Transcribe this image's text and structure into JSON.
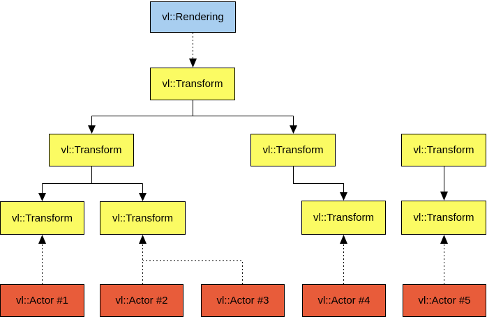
{
  "diagram": {
    "nodes": {
      "rendering": {
        "label": "vl::Rendering"
      },
      "transform_root": {
        "label": "vl::Transform"
      },
      "transform_l2_left": {
        "label": "vl::Transform"
      },
      "transform_l2_right": {
        "label": "vl::Transform"
      },
      "transform_right_root": {
        "label": "vl::Transform"
      },
      "transform_l3_1": {
        "label": "vl::Transform"
      },
      "transform_l3_2": {
        "label": "vl::Transform"
      },
      "transform_l3_3": {
        "label": "vl::Transform"
      },
      "transform_right_child": {
        "label": "vl::Transform"
      },
      "actor_1": {
        "label": "vl::Actor #1"
      },
      "actor_2": {
        "label": "vl::Actor #2"
      },
      "actor_3": {
        "label": "vl::Actor #3"
      },
      "actor_4": {
        "label": "vl::Actor #4"
      },
      "actor_5": {
        "label": "vl::Actor #5"
      }
    },
    "colors": {
      "rendering_fill": "#A8CEF0",
      "transform_fill": "#FBFB63",
      "actor_fill": "#E85C3A",
      "line_color": "#000000",
      "background": "#FFFFFF"
    }
  }
}
